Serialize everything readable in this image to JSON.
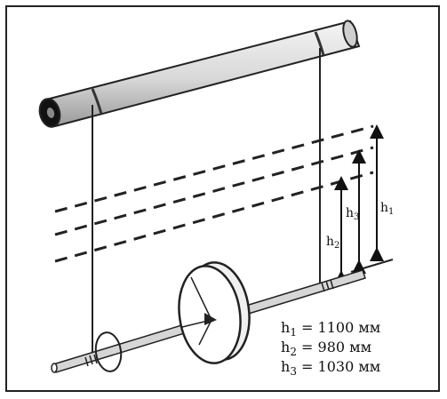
{
  "labels": {
    "h1": "h",
    "h1_sub": "1",
    "h2": "h",
    "h2_sub": "2",
    "h3": "h",
    "h3_sub": "3"
  },
  "values": [
    {
      "sym": "h",
      "sub": "1",
      "text": " = 1100 мм"
    },
    {
      "sym": "h",
      "sub": "2",
      "text": " = 980 мм"
    },
    {
      "sym": "h",
      "sub": "3",
      "text": " = 1030 мм"
    }
  ],
  "colors": {
    "ink": "#111111",
    "rod": "#cfcfcf",
    "bar": "#e6e6e6"
  }
}
